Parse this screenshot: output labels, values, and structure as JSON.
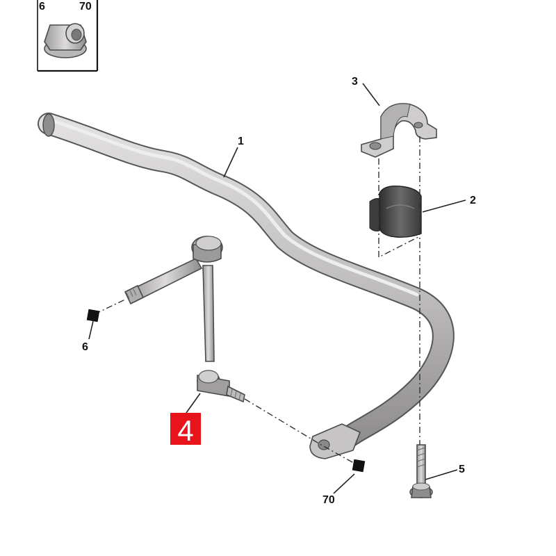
{
  "inset": {
    "labels": [
      "6",
      "70"
    ]
  },
  "callouts": {
    "bar": "1",
    "bushing": "2",
    "clamp": "3",
    "link": "4",
    "bolt": "5",
    "nut_upper": "6",
    "nut_lower": "70"
  },
  "colors": {
    "part_fill": "#c9c7c8",
    "part_shade": "#9a9899",
    "bushing_fill": "#4a4a4a",
    "highlight_box": "#e8141c",
    "nut_marker": "#111111"
  }
}
